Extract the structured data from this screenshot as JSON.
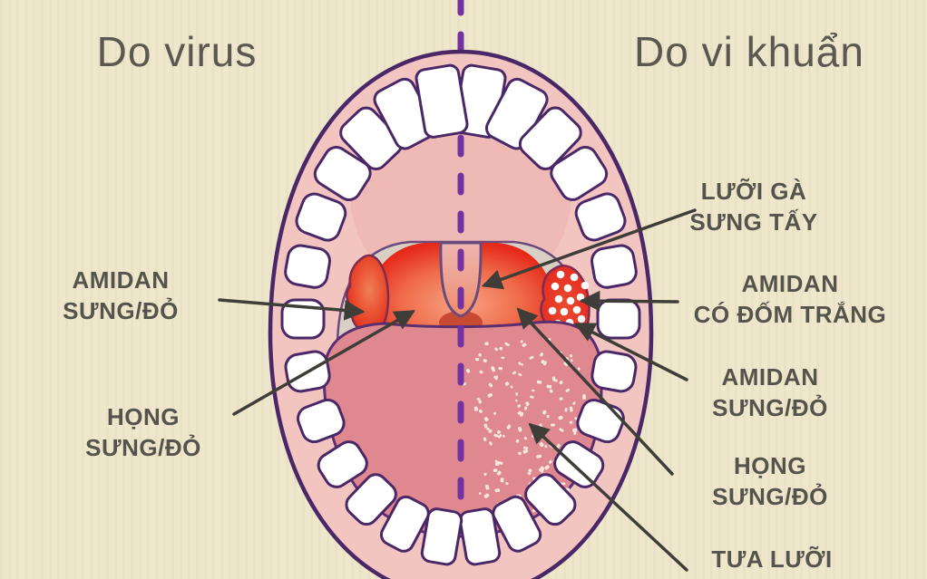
{
  "titles": {
    "left": "Do virus",
    "right": "Do vi khuẩn"
  },
  "labels": {
    "left": [
      {
        "line1": "AMIDAN",
        "line2": "SƯNG/ĐỎ"
      },
      {
        "line1": "HỌNG",
        "line2": "SƯNG/ĐỎ"
      }
    ],
    "right": [
      {
        "line1": "LƯỠI GÀ",
        "line2": "SƯNG TẤY"
      },
      {
        "line1": "AMIDAN",
        "line2": "CÓ ĐỐM TRẮNG"
      },
      {
        "line1": "AMIDAN",
        "line2": "SƯNG/ĐỎ"
      },
      {
        "line1": "HỌNG",
        "line2": "SƯNG/ĐỎ"
      },
      {
        "line1": "TƯA LƯỠI",
        "line2": ""
      }
    ]
  },
  "colors": {
    "background": "#EFE7CC",
    "outline": "#4A2767",
    "divider": "#7233A0",
    "mouth_pink": "#F3C5C1",
    "palate_pink": "#EFBAB6",
    "soft_palate_gray": "#D9CFC4",
    "inflamed_red": "#E6291B",
    "inflamed_glow": "#F7A585",
    "tonsil_red": "#E3241E",
    "tongue": "#E0888F",
    "speckle": "#F4E8DE",
    "teeth": "#FFFFFF",
    "arrow": "#3E3D37",
    "label_text": "#55544C",
    "title_text": "#5A5850"
  }
}
